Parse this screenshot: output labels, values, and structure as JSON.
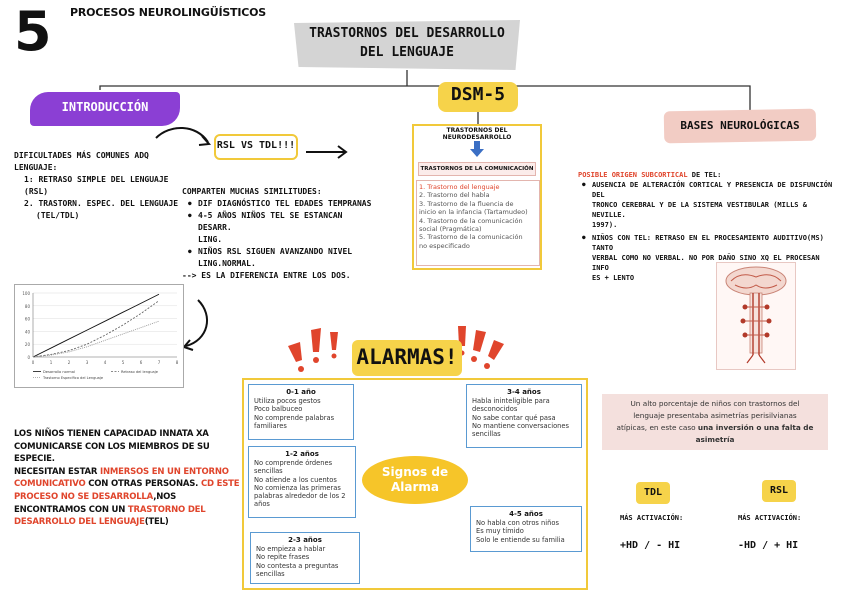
{
  "header": {
    "number": "5",
    "subject": "PROCESOS NEUROLINGÜÍSTICOS",
    "main_title_line1": "TRASTORNOS DEL DESARROLLO",
    "main_title_line2": "DEL LENGUAJE"
  },
  "branches": {
    "intro": "INTRODUCCIÓN",
    "dsm": "DSM-5",
    "bases": "BASES NEUROLÓGICAS"
  },
  "intro": {
    "dificultades_l1": "DIFICULTADES MÁS COMUNES ADQ",
    "dificultades_l2": "LENGUAJE:",
    "item1": "1: RETRASO SIMPLE DEL LENGUAJE (RSL)",
    "item2_l1": "2. TRASTORN. ESPEC. DEL LENGUAJE",
    "item2_l2": "(TEL/TDL)",
    "rsl_vs_tdl": "RSL VS TDL!!!",
    "comparten": "COMPARTEN MUCHAS SIMILITUDES:",
    "b1": "DIF DIAGNÓSTICO TEL EDADES TEMPRANAS",
    "b2_l1": "4-5 AÑOS NIÑOS TEL SE ESTANCAN DESARR.",
    "b2_l2": "LING.",
    "b3_l1": "NIÑOS RSL SIGUEN AVANZANDO NIVEL",
    "b3_l2": "LING.NORMAL.",
    "diferencia": "--> ES LA DIFERENCIA ENTRE LOS DOS."
  },
  "chart_data": {
    "type": "line",
    "x": [
      0,
      1,
      2,
      3,
      4,
      5,
      6,
      7
    ],
    "series": [
      {
        "name": "Desarrollo normal",
        "values": [
          0,
          14,
          28,
          42,
          56,
          70,
          84,
          98
        ]
      },
      {
        "name": "Retraso del lenguaje",
        "values": [
          0,
          4,
          10,
          20,
          34,
          50,
          68,
          88
        ]
      },
      {
        "name": "Trastorno Específico del Lenguaje",
        "values": [
          0,
          3,
          8,
          16,
          26,
          36,
          46,
          56
        ]
      }
    ],
    "xlim": [
      0,
      8
    ],
    "ylim": [
      0,
      100
    ],
    "yticks": [
      "100",
      "80",
      "60",
      "40",
      "20",
      "0"
    ],
    "xticks": [
      "0",
      "1",
      "2",
      "3",
      "4",
      "5",
      "6",
      "7",
      "8"
    ],
    "legend": "bottom",
    "grid": true
  },
  "dsm_panel": {
    "head": "TRASTORNOS DEL NEURODESARROLLO",
    "sub": "TRASTORNOS DE LA COMUNICACIÓN",
    "items": [
      "1. Trastorno del lenguaje",
      "2. Trastorno del  habla",
      "3. Trastorno de la fluencia de",
      "inicio en la infancia (Tartamudeo)",
      "4. Trastorno de la comunicación",
      "social (Pragmática)",
      "5. Trastorno de la comunicación",
      "no especificado"
    ]
  },
  "bases": {
    "posible_red": "POSIBLE ORIGEN SUBCORTICAL",
    "posible_rest": " DE TEL:",
    "p1_l1": "AUSENCIA DE ALTERACIÓN CORTICAL Y PRESENCIA DE DISFUNCIÓN DEL",
    "p1_l2": "TRONCO CEREBRAL Y DE LA SISTEMA VESTIBULAR (MILLS & NEVILLE.",
    "p1_l3": "1997).",
    "p2_l1": "NIÑOS CON TEL: RETRASO EN EL PROCESAMIENTO AUDITIVO(MS) TANTO",
    "p2_l2": "VERBAL COMO NO VERBAL. NO POR DAÑO SINO XQ EL PROCESAN INFO",
    "p2_l3": "ES + LENTO"
  },
  "alarmas": {
    "title": "ALARMAS!",
    "center": "Signos de Alarma",
    "box1": {
      "head": "0-1 año",
      "items": [
        "Utiliza pocos gestos",
        "Poco balbuceo",
        "No comprende palabras",
        "familiares"
      ]
    },
    "box2": {
      "head": "1-2 años",
      "items": [
        "No comprende órdenes",
        "sencillas",
        "No atiende a los cuentos",
        "No comienza las primeras",
        "palabras alrededor de los 2",
        "años"
      ]
    },
    "box3": {
      "head": "2-3 años",
      "items": [
        "No empieza a hablar",
        "No repite frases",
        "No contesta a preguntas",
        "sencillas"
      ]
    },
    "box4": {
      "head": "3-4 años",
      "items": [
        "Habla ininteligible para",
        "desconocidos",
        "No sabe contar qué pasa",
        "No mantiene conversaciones",
        "sencillas"
      ]
    },
    "box5": {
      "head": "4-5 años",
      "items": [
        "No habla con otros niños",
        "Es muy tímido",
        "Solo le entiende su familia"
      ]
    }
  },
  "ninos": {
    "l1": "LOS NIÑOS TIENEN CAPACIDAD INNATA XA",
    "l2": "COMUNICARSE CON LOS MIEMBROS DE SU",
    "l3": "ESPECIE.",
    "l4a": "NECESITAN ESTAR ",
    "l4b": "INMERSOS EN UN ENTORNO",
    "l5a": "COMUNICATIVO",
    "l5b": " CON OTRAS PERSONAS. ",
    "l5c": "CD ESTE",
    "l6a": "PROCESO NO SE DESARROLLA",
    "l6b": ",NOS",
    "l7a": "ENCONTRAMOS CON UN ",
    "l7b": "TRASTORNO DEL",
    "l8a": "DESARROLLO DEL LENGUAJE",
    "l8b": "(TEL)"
  },
  "pink": {
    "l1": "Un alto porcentaje de niños con trastornos del",
    "l2": "lenguaje presentaba asimetrías perisilvianas",
    "l3a": "atípicas, en este caso ",
    "l3b": "una inversión o una falta de",
    "l4": "asimetría"
  },
  "compare": {
    "tdl": "TDL",
    "rsl": "RSL",
    "act": "MÁS ACTIVACIÓN:",
    "tdl_val": "+HD / - HI",
    "rsl_val": "-HD / + HI"
  },
  "colors": {
    "yellow": "#f6d34a",
    "purple": "#8b3fd4",
    "pink": "#f2ccc4",
    "red": "#e0452c",
    "blue": "#5a9ad2"
  }
}
